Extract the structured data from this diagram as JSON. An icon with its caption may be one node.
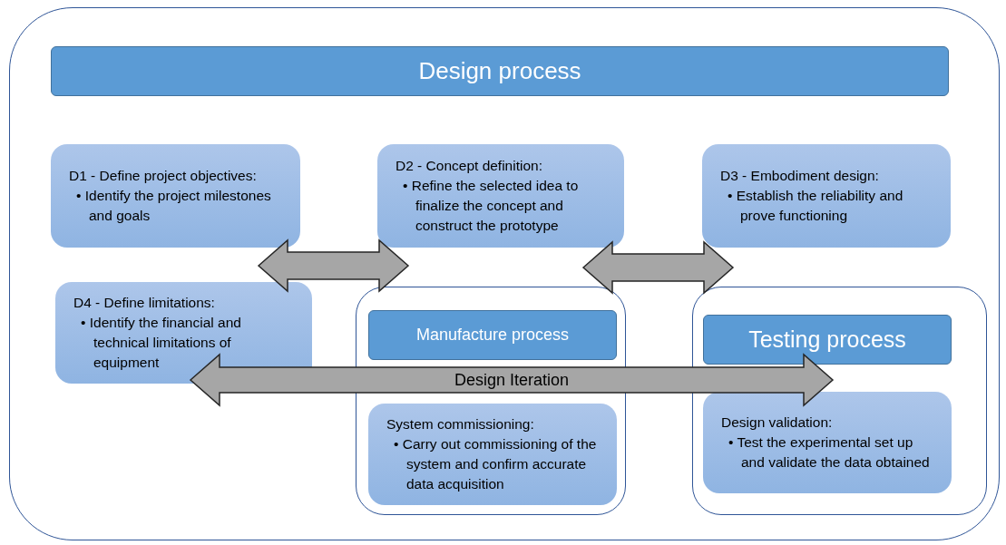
{
  "diagram": {
    "nodes": [
      {
        "text": [],
        "shape": "box"
      },
      {
        "text": [
          "Design process"
        ],
        "in": 0
      },
      {
        "text": [
          "D1 - Define project objectives:",
          "• Identify the project milestones and goals"
        ],
        "in": 0
      },
      {
        "text": [
          "D2 - Concept definition:",
          "• Refine the selected idea to finalize the concept and construct the prototype"
        ],
        "in": 0
      },
      {
        "text": [
          "D3 - Embodiment design:",
          "• Establish the reliability and prove functioning"
        ],
        "in": 0
      },
      {
        "text": [
          "D4 - Define limitations:",
          "• Identify the financial and technical limitations of equipment"
        ],
        "in": 0
      },
      {
        "text": [],
        "shape": "box",
        "in": 0
      },
      {
        "text": [
          "Manufacture process"
        ],
        "in": 6
      },
      {
        "text": [
          "System commissioning:",
          "• Carry out commissioning of the system and confirm accurate data acquisition"
        ],
        "in": 6
      },
      {
        "text": [],
        "shape": "box",
        "in": 0
      },
      {
        "text": [
          "Testing process"
        ],
        "in": 9
      },
      {
        "text": [
          "Design validation:",
          "• Test the experimental set up and validate the data obtained"
        ],
        "in": 9
      }
    ],
    "edges": [
      {
        "from": 2,
        "to": 3,
        "arrow": "both",
        "style": "thick"
      },
      {
        "from": 3,
        "to": 4,
        "arrow": "both",
        "style": "thick"
      },
      {
        "from": 5,
        "to": 9,
        "arrow": "both",
        "style": "thick",
        "label": "Design Iteration"
      }
    ]
  }
}
